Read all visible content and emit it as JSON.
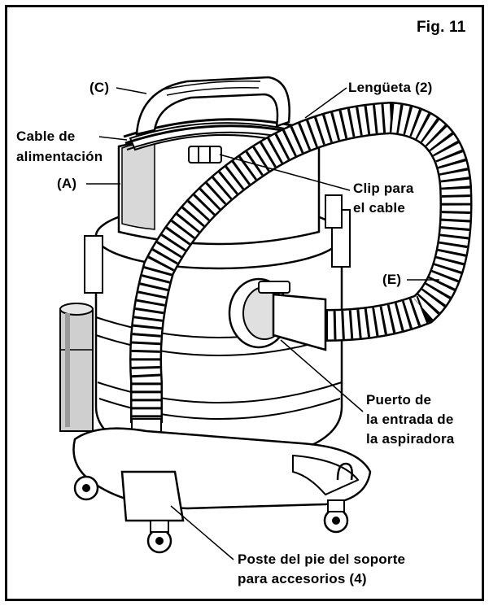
{
  "figure": {
    "title": "Fig. 11"
  },
  "labels": {
    "handle": "(C)",
    "tab": "Lengüeta (2)",
    "cord_line1": "Cable de",
    "cord_line2": "alimentación",
    "cord_line3": "(A)",
    "clip_line1": "Clip para",
    "clip_line2": "el cable",
    "hose": "(E)",
    "port_line1": "Puerto de",
    "port_line2": "la entrada de",
    "port_line3": "la aspiradora",
    "post_line1": "Poste del pie del soporte",
    "post_line2": "para accesorios (4)"
  },
  "colors": {
    "line": "#000000",
    "background": "#ffffff",
    "shade": "#d9d9d9",
    "dark_shade": "#8a8a8a"
  }
}
